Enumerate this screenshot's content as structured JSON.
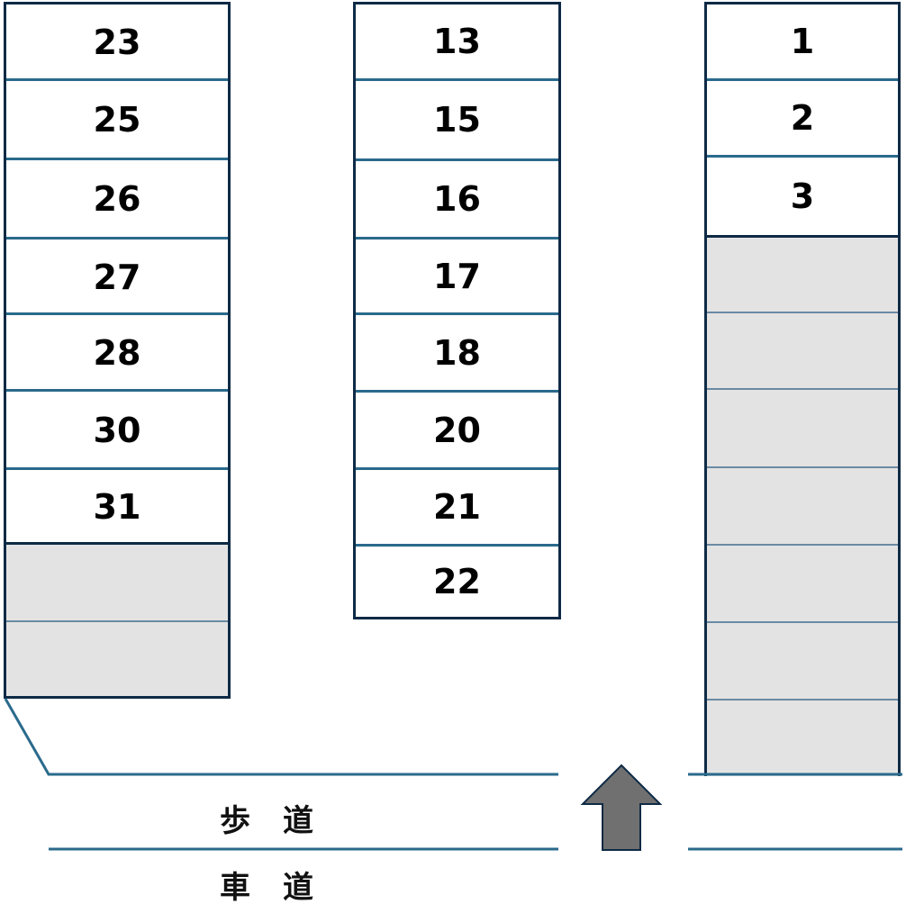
{
  "left_column": {
    "spaces": [
      "23",
      "25",
      "26",
      "27",
      "28",
      "30",
      "31"
    ],
    "unavailable_count": 2
  },
  "middle_column": {
    "spaces": [
      "13",
      "15",
      "16",
      "17",
      "18",
      "20",
      "21",
      "22"
    ]
  },
  "right_column": {
    "spaces": [
      "1",
      "2",
      "3"
    ],
    "unavailable_count": 7
  },
  "labels": {
    "sidewalk": "歩道",
    "roadway": "車道"
  },
  "entrance_arrow": {
    "icon": "up-arrow-icon",
    "color": "#707070"
  },
  "colors": {
    "outline": "#0e2a45",
    "divider": "#2a6a8c",
    "unavailable_fill": "#e3e3e3"
  }
}
